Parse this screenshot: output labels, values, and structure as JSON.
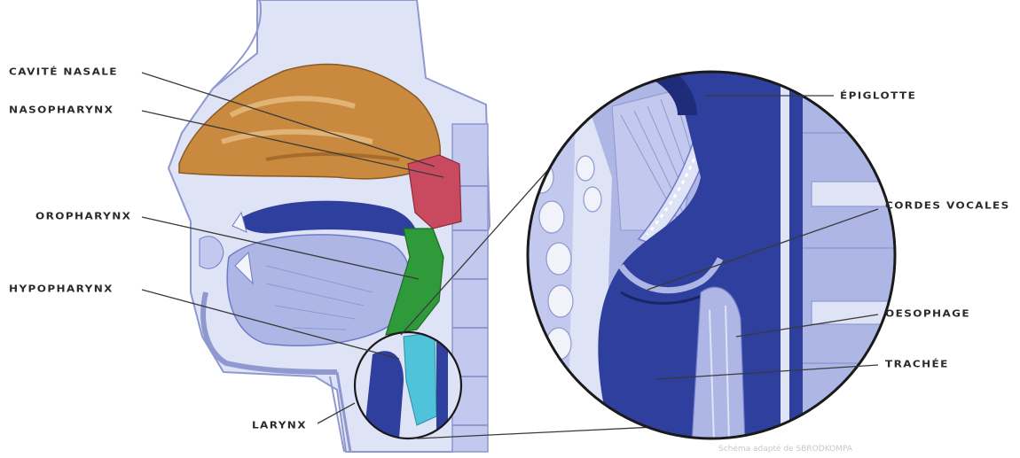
{
  "labels": {
    "cavite_nasale": "CAVITÉ NASALE",
    "nasopharynx": "NASOPHARYNX",
    "oropharynx": "OROPHARYNX",
    "hypopharynx": "HYPOPHARYNX",
    "larynx": "LARYNX",
    "epiglotte": "ÉPIGLOTTE",
    "cordes_vocales": "CORDES VOCALES",
    "oesophage": "OESOPHAGE",
    "trachee": "TRACHÉE"
  },
  "credit": "Schéma adapté de SBRODKOMPA",
  "colors": {
    "nasal_cavity": "#c9893f",
    "nasopharynx": "#c94a5e",
    "oropharynx": "#2f9a3a",
    "hypopharynx": "#4fc3d9",
    "tissue_dark": "#2e3f9e",
    "tissue_light": "#aeb6e6",
    "tissue_pale": "#dfe3f6",
    "leader_line": "#3a3a3a"
  }
}
